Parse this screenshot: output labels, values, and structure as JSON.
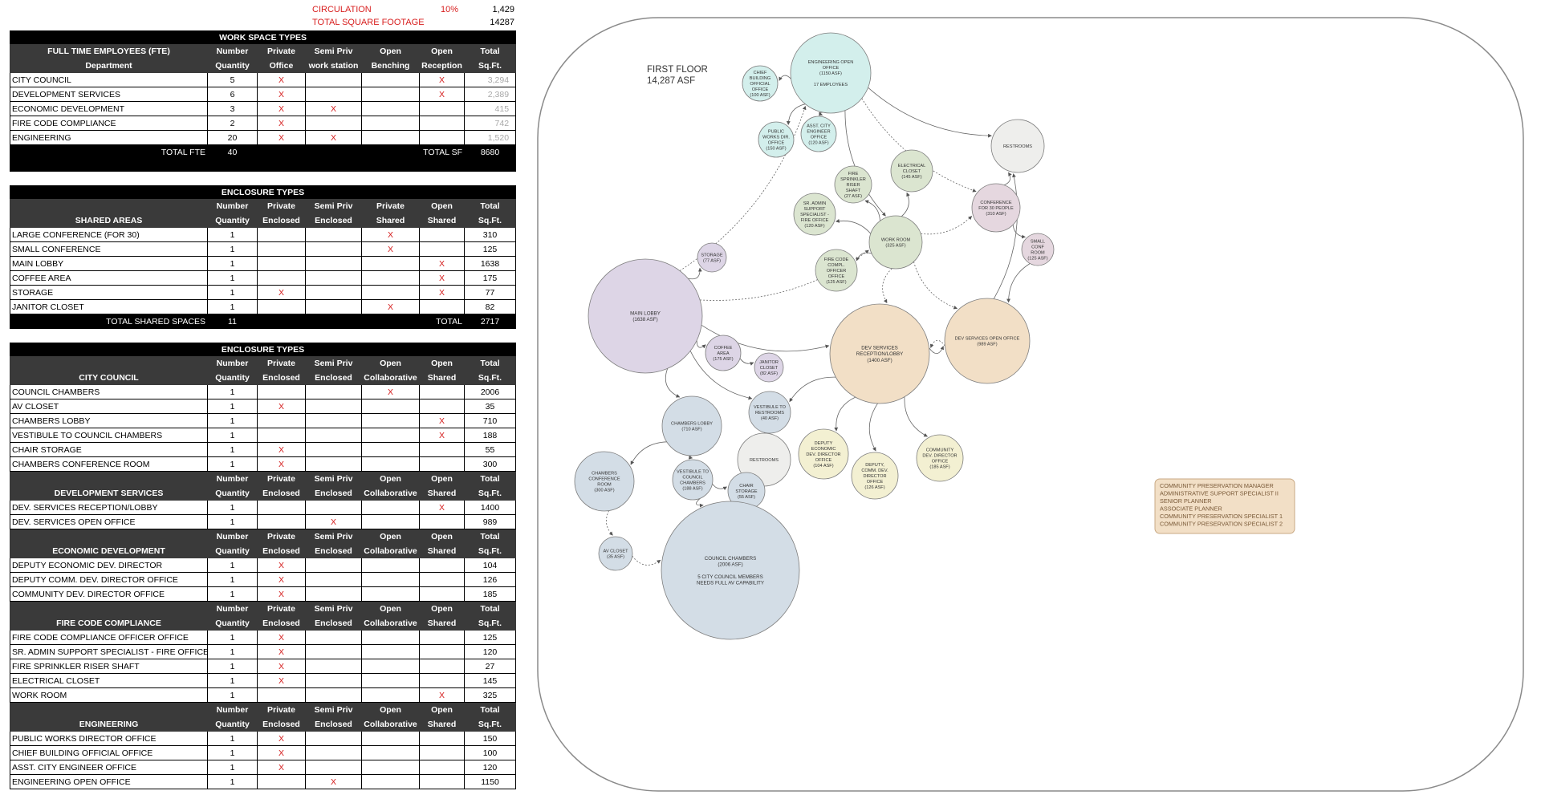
{
  "summary": {
    "circulation": {
      "label": "CIRCULATION",
      "pct": "10%",
      "value": "1,429"
    },
    "total_sf": {
      "label": "TOTAL SQUARE FOOTAGE",
      "value": "14287"
    }
  },
  "workspace": {
    "title": "WORK SPACE TYPES",
    "headers": [
      [
        "FULL TIME EMPLOYEES  (FTE)",
        "Department"
      ],
      [
        "Number",
        "Quantity"
      ],
      [
        "Private",
        "Office"
      ],
      [
        "Semi Priv",
        "work station"
      ],
      [
        "Open",
        "Benching"
      ],
      [
        "Open",
        "Reception"
      ],
      [
        "Total",
        "Sq.Ft."
      ]
    ],
    "rows": [
      {
        "name": "CITY COUNCIL",
        "qty": "5",
        "marks": [
          "X",
          "",
          "",
          "X"
        ],
        "sf": "3,294"
      },
      {
        "name": "DEVELOPMENT SERVICES",
        "qty": "6",
        "marks": [
          "X",
          "",
          "",
          "X"
        ],
        "sf": "2,389"
      },
      {
        "name": "ECONOMIC DEVELOPMENT",
        "qty": "3",
        "marks": [
          "X",
          "X",
          "",
          ""
        ],
        "sf": "415"
      },
      {
        "name": "FIRE CODE COMPLIANCE",
        "qty": "2",
        "marks": [
          "X",
          "",
          "",
          ""
        ],
        "sf": "742"
      },
      {
        "name": "ENGINEERING",
        "qty": "20",
        "marks": [
          "X",
          "X",
          "",
          ""
        ],
        "sf": "1,520"
      }
    ],
    "total": {
      "label": "TOTAL FTE",
      "qty": "40",
      "sf_label": "TOTAL SF",
      "sf": "8680"
    }
  },
  "shared": {
    "title": "ENCLOSURE TYPES",
    "headers": [
      [
        "",
        "SHARED AREAS"
      ],
      [
        "Number",
        "Quantity"
      ],
      [
        "Private",
        "Enclosed"
      ],
      [
        "Semi Priv",
        "Enclosed"
      ],
      [
        "Private",
        "Shared"
      ],
      [
        "Open",
        "Shared"
      ],
      [
        "Total",
        "Sq.Ft."
      ]
    ],
    "rows": [
      {
        "name": "LARGE CONFERENCE (FOR 30)",
        "qty": "1",
        "marks": [
          "",
          "",
          "X",
          ""
        ],
        "sf": "310"
      },
      {
        "name": "SMALL CONFERENCE",
        "qty": "1",
        "marks": [
          "",
          "",
          "X",
          ""
        ],
        "sf": "125"
      },
      {
        "name": "MAIN LOBBY",
        "qty": "1",
        "marks": [
          "",
          "",
          "",
          "X"
        ],
        "sf": "1638"
      },
      {
        "name": "COFFEE AREA",
        "qty": "1",
        "marks": [
          "",
          "",
          "",
          "X"
        ],
        "sf": "175"
      },
      {
        "name": "STORAGE",
        "qty": "1",
        "marks": [
          "X",
          "",
          "",
          "X"
        ],
        "sf": "77"
      },
      {
        "name": "JANITOR CLOSET",
        "qty": "1",
        "marks": [
          "",
          "",
          "X",
          ""
        ],
        "sf": "82"
      }
    ],
    "total": {
      "label": "TOTAL SHARED SPACES",
      "qty": "11",
      "sf_label": "TOTAL",
      "sf": "2717"
    }
  },
  "departments": {
    "title": "ENCLOSURE TYPES",
    "col_headers": [
      [
        "Number",
        "Quantity"
      ],
      [
        "Private",
        "Enclosed"
      ],
      [
        "Semi Priv",
        "Enclosed"
      ],
      [
        "Open",
        "Collaborative"
      ],
      [
        "Open",
        "Shared"
      ],
      [
        "Total",
        "Sq.Ft."
      ]
    ],
    "groups": [
      {
        "name": "CITY COUNCIL",
        "rows": [
          {
            "name": "COUNCIL CHAMBERS",
            "qty": "1",
            "marks": [
              "",
              "",
              "X",
              ""
            ],
            "sf": "2006"
          },
          {
            "name": "AV CLOSET",
            "qty": "1",
            "marks": [
              "X",
              "",
              "",
              ""
            ],
            "sf": "35"
          },
          {
            "name": "CHAMBERS LOBBY",
            "qty": "1",
            "marks": [
              "",
              "",
              "",
              "X"
            ],
            "sf": "710"
          },
          {
            "name": "VESTIBULE TO COUNCIL CHAMBERS",
            "qty": "1",
            "marks": [
              "",
              "",
              "",
              "X"
            ],
            "sf": "188"
          },
          {
            "name": "CHAIR STORAGE",
            "qty": "1",
            "marks": [
              "X",
              "",
              "",
              ""
            ],
            "sf": "55"
          },
          {
            "name": "CHAMBERS CONFERENCE ROOM",
            "qty": "1",
            "marks": [
              "X",
              "",
              "",
              ""
            ],
            "sf": "300"
          }
        ]
      },
      {
        "name": "DEVELOPMENT SERVICES",
        "rows": [
          {
            "name": "DEV. SERVICES RECEPTION/LOBBY",
            "qty": "1",
            "marks": [
              "",
              "",
              "",
              "X"
            ],
            "sf": "1400"
          },
          {
            "name": "DEV. SERVICES OPEN OFFICE",
            "qty": "1",
            "marks": [
              "",
              "X",
              "",
              ""
            ],
            "sf": "989"
          }
        ]
      },
      {
        "name": "ECONOMIC DEVELOPMENT",
        "rows": [
          {
            "name": "DEPUTY ECONOMIC DEV. DIRECTOR",
            "qty": "1",
            "marks": [
              "X",
              "",
              "",
              ""
            ],
            "sf": "104"
          },
          {
            "name": "DEPUTY COMM. DEV. DIRECTOR OFFICE",
            "qty": "1",
            "marks": [
              "X",
              "",
              "",
              ""
            ],
            "sf": "126"
          },
          {
            "name": "COMMUNITY DEV. DIRECTOR OFFICE",
            "qty": "1",
            "marks": [
              "X",
              "",
              "",
              ""
            ],
            "sf": "185"
          }
        ]
      },
      {
        "name": "FIRE CODE COMPLIANCE",
        "rows": [
          {
            "name": "FIRE CODE COMPLIANCE OFFICER OFFICE",
            "qty": "1",
            "marks": [
              "X",
              "",
              "",
              ""
            ],
            "sf": "125"
          },
          {
            "name": "SR. ADMIN SUPPORT SPECIALIST - FIRE OFFICE",
            "qty": "1",
            "marks": [
              "X",
              "",
              "",
              ""
            ],
            "sf": "120"
          },
          {
            "name": "FIRE SPRINKLER RISER SHAFT",
            "qty": "1",
            "marks": [
              "X",
              "",
              "",
              ""
            ],
            "sf": "27"
          },
          {
            "name": "ELECTRICAL CLOSET",
            "qty": "1",
            "marks": [
              "X",
              "",
              "",
              ""
            ],
            "sf": "145"
          },
          {
            "name": "WORK ROOM",
            "qty": "1",
            "marks": [
              "",
              "",
              "",
              "X"
            ],
            "sf": "325"
          }
        ]
      },
      {
        "name": "ENGINEERING",
        "rows": [
          {
            "name": "PUBLIC WORKS DIRECTOR OFFICE",
            "qty": "1",
            "marks": [
              "X",
              "",
              "",
              ""
            ],
            "sf": "150"
          },
          {
            "name": "CHIEF BUILDING OFFICIAL OFFICE",
            "qty": "1",
            "marks": [
              "X",
              "",
              "",
              ""
            ],
            "sf": "100"
          },
          {
            "name": "ASST. CITY ENGINEER OFFICE",
            "qty": "1",
            "marks": [
              "X",
              "",
              "",
              ""
            ],
            "sf": "120"
          },
          {
            "name": "ENGINEERING OPEN OFFICE",
            "qty": "1",
            "marks": [
              "",
              "X",
              "",
              ""
            ],
            "sf": "1150"
          }
        ]
      }
    ]
  },
  "diagram": {
    "title": "FIRST FLOOR",
    "subtitle": "14,287 ASF",
    "colors": {
      "teal": "#d3efec",
      "green": "#dbe5d0",
      "purple": "#ddd5e6",
      "orange": "#f2dfc6",
      "gray": "#eeeeec",
      "blue": "#d3dde6",
      "yellow": "#f3f0d2",
      "mauve": "#e5d7df"
    },
    "nodes": [
      {
        "id": "eng_open",
        "color": "teal",
        "lines": [
          "ENGINEERING OPEN",
          "OFFICE",
          "(1150 ASF)",
          "",
          "17 EMPLOYEES"
        ]
      },
      {
        "id": "chief_bldg",
        "color": "teal",
        "lines": [
          "CHIEF",
          "BUILDING",
          "OFFICIAL",
          "OFFICE",
          "(100 ASF)"
        ]
      },
      {
        "id": "pw_dir",
        "color": "teal",
        "lines": [
          "PUBLIC",
          "WORKS DIR.",
          "OFFICE",
          "(150 ASF)"
        ]
      },
      {
        "id": "asst_eng",
        "color": "teal",
        "lines": [
          "ASST. CITY",
          "ENGINEER",
          "OFFICE",
          "(120 ASF)"
        ]
      },
      {
        "id": "restrooms1",
        "color": "gray",
        "lines": [
          "RESTROOMS"
        ]
      },
      {
        "id": "fire_riser",
        "color": "green",
        "lines": [
          "FIRE",
          "SPRINKLER",
          "RISER",
          "SHAFT",
          "(27 ASF)"
        ]
      },
      {
        "id": "elec",
        "color": "green",
        "lines": [
          "ELECTRICAL",
          "CLOSET",
          "(145 ASF)"
        ]
      },
      {
        "id": "sr_admin",
        "color": "green",
        "lines": [
          "SR. ADMIN",
          "SUPPORT",
          "SPECIALIST -",
          "FIRE OFFICE",
          "(120 ASF)"
        ]
      },
      {
        "id": "work_room",
        "color": "green",
        "lines": [
          "WORK ROOM",
          "(325 ASF)"
        ]
      },
      {
        "id": "fire_officer",
        "color": "green",
        "lines": [
          "FIRE CODE",
          "COMPL.",
          "OFFICER",
          "OFFICE",
          "(125 ASF)"
        ]
      },
      {
        "id": "conf30",
        "color": "mauve",
        "lines": [
          "CONFERENCE",
          "FOR 30 PEOPLE",
          "(310 ASF)"
        ]
      },
      {
        "id": "small_conf",
        "color": "mauve",
        "lines": [
          "SMALL",
          "CONF",
          "ROOM",
          "(125 ASF)"
        ]
      },
      {
        "id": "storage",
        "color": "purple",
        "lines": [
          "STORAGE",
          "(77 ASF)"
        ]
      },
      {
        "id": "main_lobby",
        "color": "purple",
        "lines": [
          "MAIN LOBBY",
          "(1638 ASF)"
        ]
      },
      {
        "id": "coffee",
        "color": "purple",
        "lines": [
          "COFFEE",
          "AREA",
          "(175 ASF)"
        ]
      },
      {
        "id": "janitor",
        "color": "purple",
        "lines": [
          "JANITOR",
          "CLOSET",
          "(82 ASF)"
        ]
      },
      {
        "id": "dev_recep",
        "color": "orange",
        "lines": [
          "DEV SERVICES",
          "RECEPTION/LOBBY",
          "(1400 ASF)"
        ]
      },
      {
        "id": "dev_open",
        "color": "orange",
        "lines": [
          "DEV SERVICES OPEN OFFICE",
          "(989 ASF)"
        ]
      },
      {
        "id": "vestibule1",
        "color": "blue",
        "lines": [
          "VESTIBULE TO",
          "RESTROOMS",
          "(40 ASF)"
        ]
      },
      {
        "id": "restrooms2",
        "color": "gray",
        "lines": [
          "RESTROOMS"
        ]
      },
      {
        "id": "chambers_lobby",
        "color": "blue",
        "lines": [
          "CHAMBERS LOBBY",
          "(710 ASF)"
        ]
      },
      {
        "id": "chambers_conf",
        "color": "blue",
        "lines": [
          "CHAMBERS",
          "CONFERENCE",
          "ROOM",
          "(300 ASF)"
        ]
      },
      {
        "id": "vestibule2",
        "color": "blue",
        "lines": [
          "VESTIBULE TO",
          "COUNCIL",
          "CHAMBERS",
          "(188 ASF)"
        ]
      },
      {
        "id": "chair_storage",
        "color": "blue",
        "lines": [
          "CHAIR",
          "STORAGE",
          "(55 ASF)"
        ]
      },
      {
        "id": "av_closet",
        "color": "blue",
        "lines": [
          "AV CLOSET",
          "(35 ASF)"
        ]
      },
      {
        "id": "council",
        "color": "blue",
        "lines": [
          "COUNCIL CHAMBERS",
          "(2006 ASF)",
          "",
          "5 CITY COUNCIL MEMBERS",
          "NEEDS FULL AV CAPABILITY"
        ]
      },
      {
        "id": "deputy_econ",
        "color": "yellow",
        "lines": [
          "DEPUTY",
          "ECONOMIC",
          "DEV. DIRECTOR",
          "OFFICE",
          "(104 ASF)"
        ]
      },
      {
        "id": "deputy_comm",
        "color": "yellow",
        "lines": [
          "DEPUTY,",
          "COMM. DEV.",
          "DIRECTOR",
          "OFFICE",
          "(126 ASF)"
        ]
      },
      {
        "id": "comm_dir",
        "color": "yellow",
        "lines": [
          "COMMUNITY",
          "DEV. DIRECTOR",
          "OFFICE",
          "(185 ASF)"
        ]
      }
    ],
    "staff_box": {
      "lines": [
        "COMMUNITY PRESERVATION MANAGER",
        "ADMINISTRATIVE SUPPORT SPECIALIST II",
        "SENIOR PLANNER",
        "ASSOCIATE PLANNER",
        "COMMUNITY PRESERVATION SPECIALIST 1",
        "COMMUNITY PRESERVATION SPECIALIST 2"
      ]
    },
    "links": [
      {
        "from": "main_lobby",
        "to": "eng_open",
        "style": "dotted"
      },
      {
        "from": "main_lobby",
        "to": "storage",
        "style": "solid"
      },
      {
        "from": "main_lobby",
        "to": "coffee",
        "style": "solid"
      },
      {
        "from": "main_lobby",
        "to": "dev_recep",
        "style": "solid"
      },
      {
        "from": "main_lobby",
        "to": "vestibule1",
        "style": "solid"
      },
      {
        "from": "main_lobby",
        "to": "work_room",
        "style": "dotted"
      },
      {
        "from": "eng_open",
        "to": "chief_bldg",
        "style": "solid"
      },
      {
        "from": "eng_open",
        "to": "pw_dir",
        "style": "solid"
      },
      {
        "from": "eng_open",
        "to": "asst_eng",
        "style": "solid"
      },
      {
        "from": "eng_open",
        "to": "restrooms1",
        "style": "solid"
      },
      {
        "from": "eng_open",
        "to": "work_room",
        "style": "solid"
      },
      {
        "from": "eng_open",
        "to": "conf30",
        "style": "dotted"
      },
      {
        "from": "work_room",
        "to": "fire_riser",
        "style": "solid"
      },
      {
        "from": "work_room",
        "to": "elec",
        "style": "solid"
      },
      {
        "from": "work_room",
        "to": "sr_admin",
        "style": "solid"
      },
      {
        "from": "work_room",
        "to": "fire_officer",
        "style": "solid"
      },
      {
        "from": "work_room",
        "to": "dev_recep",
        "style": "dotted"
      },
      {
        "from": "work_room",
        "to": "conf30",
        "style": "dotted"
      },
      {
        "from": "work_room",
        "to": "dev_open",
        "style": "dotted"
      },
      {
        "from": "conf30",
        "to": "restrooms1",
        "style": "solid"
      },
      {
        "from": "conf30",
        "to": "small_conf",
        "style": "solid"
      },
      {
        "from": "small_conf",
        "to": "dev_open",
        "style": "solid"
      },
      {
        "from": "dev_open",
        "to": "restrooms1",
        "style": "solid"
      },
      {
        "from": "dev_recep",
        "to": "dev_open",
        "style": "solid"
      },
      {
        "from": "dev_recep",
        "to": "deputy_econ",
        "style": "solid"
      },
      {
        "from": "dev_recep",
        "to": "deputy_comm",
        "style": "solid"
      },
      {
        "from": "dev_recep",
        "to": "comm_dir",
        "style": "solid"
      },
      {
        "from": "dev_recep",
        "to": "vestibule1",
        "style": "solid"
      },
      {
        "from": "dev_open",
        "to": "dev_recep",
        "style": "dotted"
      },
      {
        "from": "coffee",
        "to": "janitor",
        "style": "solid"
      },
      {
        "from": "vestibule1",
        "to": "restrooms2",
        "style": "solid"
      },
      {
        "from": "main_lobby",
        "to": "chambers_lobby",
        "style": "solid"
      },
      {
        "from": "chambers_lobby",
        "to": "chambers_conf",
        "style": "solid"
      },
      {
        "from": "chambers_lobby",
        "to": "vestibule2",
        "style": "solid"
      },
      {
        "from": "vestibule2",
        "to": "chair_storage",
        "style": "solid"
      },
      {
        "from": "vestibule2",
        "to": "council",
        "style": "solid"
      },
      {
        "from": "chambers_conf",
        "to": "av_closet",
        "style": "dotted"
      },
      {
        "from": "av_closet",
        "to": "council",
        "style": "dotted"
      }
    ]
  }
}
